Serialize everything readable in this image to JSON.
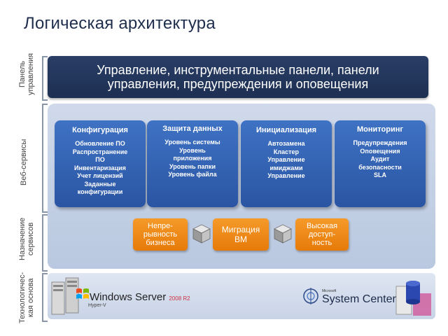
{
  "title": "Логическая архитектура",
  "side_labels": {
    "panel": [
      "Панель",
      "управления"
    ],
    "web": "Веб-сервисы",
    "purpose": [
      "Назначение",
      "сервисов"
    ],
    "tech": [
      "Технологичес-",
      "кая основа"
    ]
  },
  "management": {
    "line1": "Управление, инструментальные панели, панели",
    "line2": "управления, предупреждения и оповещения"
  },
  "cards": [
    {
      "title": "Конфигурация",
      "items": [
        "Обновление ПО",
        "Распространение",
        "ПО",
        "Инвентаризация",
        "Учет лицензий",
        "Заданные",
        "конфигурации"
      ]
    },
    {
      "title": "Защита данных",
      "items": [
        "Уровень системы",
        "Уровень",
        "приложения",
        "Уровень папки",
        "Уровень файла"
      ]
    },
    {
      "title": "Инициализация",
      "items": [
        "Автозамена",
        "Кластер",
        "Управление",
        "имиджами",
        "Управление"
      ]
    },
    {
      "title": "Мониторинг",
      "items": [
        "Предупреждения",
        "Оповещения",
        "Аудит",
        "безопасности",
        "SLA"
      ]
    }
  ],
  "services": [
    {
      "lines": [
        "Непре-",
        "рывность",
        "бизнеса"
      ]
    },
    {
      "lines": [
        "Миграция",
        "ВМ"
      ]
    },
    {
      "lines": [
        "Высокая",
        "доступ-",
        "ность"
      ]
    }
  ],
  "infra": {
    "windows_name": "Windows Server",
    "windows_ver": "2008 R2",
    "hyperv": "Hyper-V",
    "microsoft": "Microsoft",
    "system_center": "System Center"
  },
  "colors": {
    "mgmt_bar": "#1d2f52",
    "card_blue": "#2a55a3",
    "orange": "#e67a08",
    "web_panel": "#c2cfe5"
  }
}
